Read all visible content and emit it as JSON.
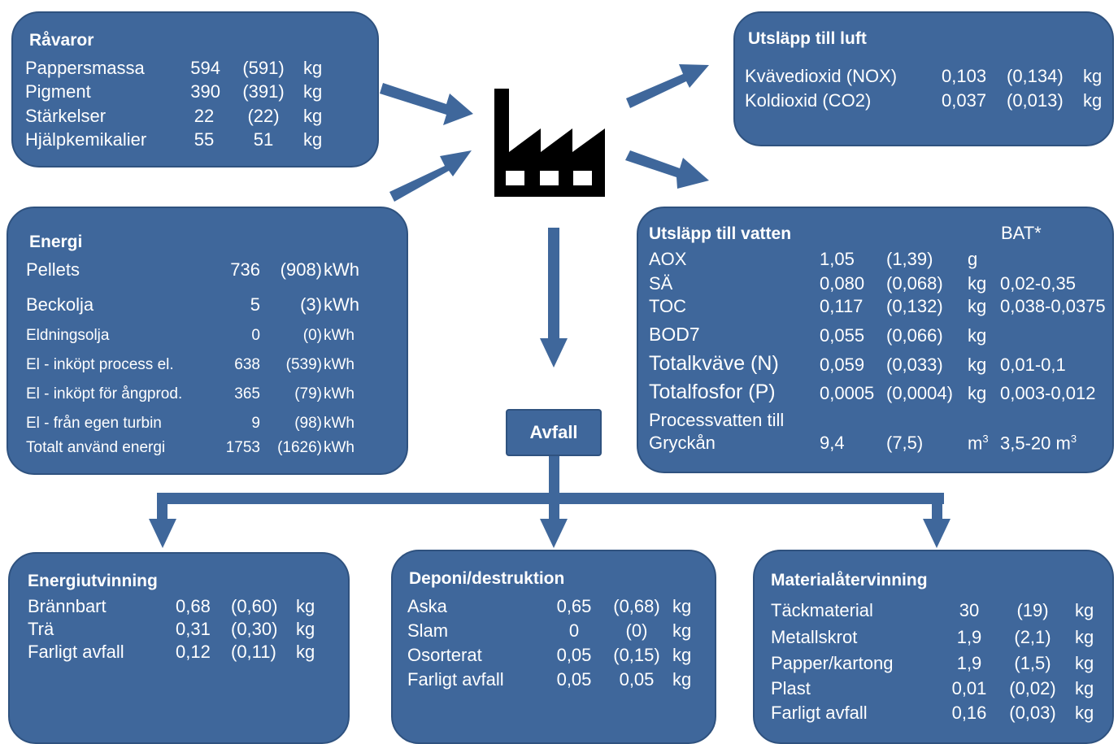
{
  "ravaror": {
    "title": "Råvaror",
    "rows": [
      {
        "name": "Pappersmassa",
        "value": "594",
        "prev": "(591)",
        "unit": "kg"
      },
      {
        "name": "Pigment",
        "value": "390",
        "prev": "(391)",
        "unit": "kg"
      },
      {
        "name": "Stärkelser",
        "value": "22",
        "prev": "(22)",
        "unit": "kg"
      },
      {
        "name": "Hjälpkemikalier",
        "value": "55",
        "prev": "51",
        "unit": "kg"
      }
    ]
  },
  "energi": {
    "title": "Energi",
    "rows": [
      {
        "name": "Pellets",
        "value": "736",
        "prev": "(908)",
        "unit": "kWh"
      },
      {
        "name": "Beckolja",
        "value": "5",
        "prev": "(3)",
        "unit": "kWh"
      },
      {
        "name": "Eldningsolja",
        "value": "0",
        "prev": "(0)",
        "unit": "kWh"
      },
      {
        "name": "El - inköpt process el.",
        "value": "638",
        "prev": "(539)",
        "unit": "kWh"
      },
      {
        "name": "El - inköpt för ångprod.",
        "value": "365",
        "prev": "(79)",
        "unit": "kWh"
      },
      {
        "name": "El - från egen turbin",
        "value": "9",
        "prev": "(98)",
        "unit": "kWh"
      },
      {
        "name": "Totalt använd energi",
        "value": "1753",
        "prev": "(1626)",
        "unit": "kWh"
      }
    ]
  },
  "luft": {
    "title": "Utsläpp till luft",
    "rows": [
      {
        "name": "Kvävedioxid (NOX)",
        "value": "0,103",
        "prev": "(0,134)",
        "unit": "kg"
      },
      {
        "name": "Koldioxid (CO2)",
        "value": "0,037",
        "prev": "(0,013)",
        "unit": "kg"
      }
    ]
  },
  "vatten": {
    "title": "Utsläpp till vatten",
    "bat_header": "BAT*",
    "rows": [
      {
        "name": "AOX",
        "value": "1,05",
        "prev": "(1,39)",
        "unit": "g",
        "bat": ""
      },
      {
        "name": "SÄ",
        "value": "0,080",
        "prev": "(0,068)",
        "unit": "kg",
        "bat": "0,02-0,35"
      },
      {
        "name": "TOC",
        "value": "0,117",
        "prev": "(0,132)",
        "unit": "kg",
        "bat": "0,038-0,0375"
      },
      {
        "name": "BOD7",
        "value": "0,055",
        "prev": "(0,066)",
        "unit": "kg",
        "bat": ""
      },
      {
        "name": "Totalkväve (N)",
        "value": "0,059",
        "prev": "(0,033)",
        "unit": "kg",
        "bat": "0,01-0,1"
      },
      {
        "name": "Totalfosfor (P)",
        "value": "0,0005",
        "prev": "(0,0004)",
        "unit": "kg",
        "bat": "0,003-0,012"
      }
    ],
    "process_line1": "Processvatten till",
    "process_line2": "Gryckån",
    "process_value": "9,4",
    "process_prev": "(7,5)",
    "process_unit": "m",
    "process_unit_sup": "3",
    "process_bat": "3,5-20 m",
    "process_bat_sup": "3"
  },
  "avfall": {
    "label": "Avfall"
  },
  "energiutvinning": {
    "title": "Energiutvinning",
    "rows": [
      {
        "name": "Brännbart",
        "value": "0,68",
        "prev": "(0,60)",
        "unit": "kg"
      },
      {
        "name": "Trä",
        "value": "0,31",
        "prev": "(0,30)",
        "unit": "kg"
      },
      {
        "name": "Farligt avfall",
        "value": "0,12",
        "prev": "(0,11)",
        "unit": "kg"
      }
    ]
  },
  "deponi": {
    "title": "Deponi/destruktion",
    "rows": [
      {
        "name": "Aska",
        "value": "0,65",
        "prev": "(0,68)",
        "unit": "kg"
      },
      {
        "name": "Slam",
        "value": "0",
        "prev": "(0)",
        "unit": "kg"
      },
      {
        "name": "Osorterat",
        "value": "0,05",
        "prev": "(0,15)",
        "unit": "kg"
      },
      {
        "name": "Farligt avfall",
        "value": "0,05",
        "prev": "0,05",
        "unit": "kg"
      }
    ]
  },
  "material": {
    "title": "Materialåtervinning",
    "rows": [
      {
        "name": "Täckmaterial",
        "value": "30",
        "prev": "(19)",
        "unit": "kg"
      },
      {
        "name": "Metallskrot",
        "value": "1,9",
        "prev": "(2,1)",
        "unit": "kg"
      },
      {
        "name": "Papper/kartong",
        "value": "1,9",
        "prev": "(1,5)",
        "unit": "kg"
      },
      {
        "name": "Plast",
        "value": "0,01",
        "prev": "(0,02)",
        "unit": "kg"
      },
      {
        "name": "Farligt avfall",
        "value": "0,16",
        "prev": "(0,03)",
        "unit": "kg"
      }
    ]
  },
  "colors": {
    "box": "#3f679b",
    "arrow": "#3f679b",
    "factory": "#000000"
  },
  "icons": {
    "factory": "factory-icon"
  }
}
